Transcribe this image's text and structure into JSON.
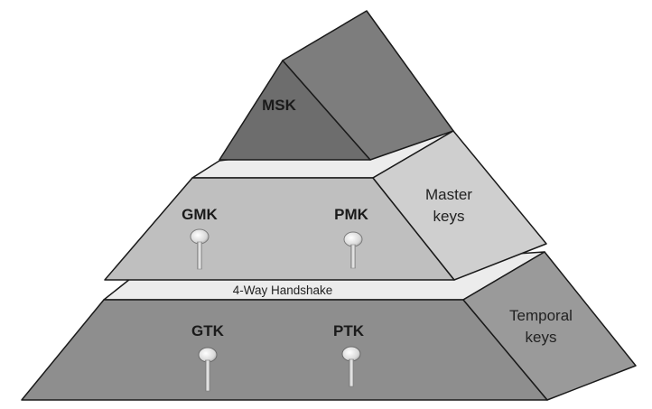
{
  "diagram": {
    "top_tier": {
      "label": "MSK"
    },
    "middle_tier": {
      "left_key": "GMK",
      "right_key": "PMK",
      "side_label_line1": "Master",
      "side_label_line2": "keys"
    },
    "separator": {
      "label": "4-Way Handshake"
    },
    "bottom_tier": {
      "left_key": "GTK",
      "right_key": "PTK",
      "side_label_line1": "Temporal",
      "side_label_line2": "keys"
    },
    "icons": {
      "key": "key-icon"
    },
    "colors": {
      "top_front": "#6d6d6d",
      "top_side": "#7d7d7d",
      "middle_front": "#bfbfbf",
      "middle_side": "#cfcfcf",
      "bottom_front": "#8e8e8e",
      "bottom_side": "#9a9a9a",
      "ledge": "#ececec",
      "outline": "#1a1a1a"
    }
  }
}
